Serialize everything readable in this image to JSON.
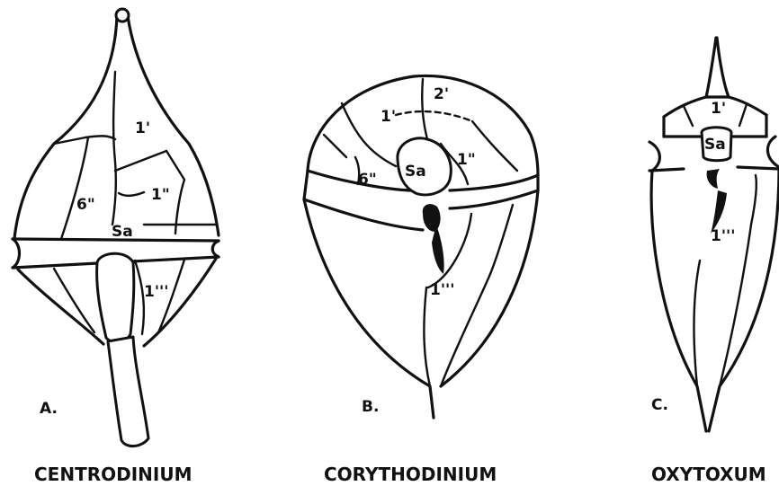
{
  "panels": [
    {
      "letter": "A.",
      "caption": "CENTRODINIUM",
      "plates": {
        "p1": "1'",
        "p6": "6\"",
        "p1b": "1\"",
        "sa": "Sa",
        "p1c": "1'''"
      }
    },
    {
      "letter": "B.",
      "caption": "CORYTHODINIUM",
      "plates": {
        "p1": "1'",
        "p2": "2'",
        "p6": "6\"",
        "p1b": "1\"",
        "sa": "Sa",
        "p1c": "1'''"
      }
    },
    {
      "letter": "C.",
      "caption": "OXYTOXUM",
      "plates": {
        "p1": "1'",
        "sa": "Sa",
        "p1c": "1'''"
      }
    }
  ]
}
